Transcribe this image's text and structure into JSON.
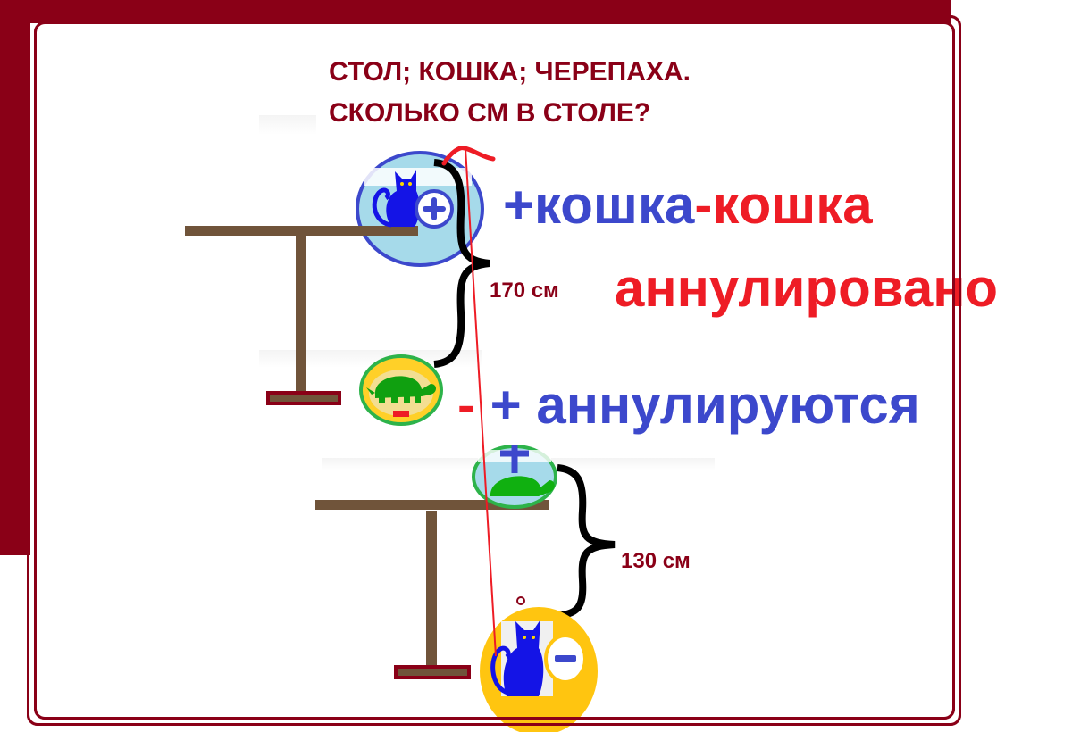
{
  "title": {
    "line1": "СТОЛ; КОШКА; ЧЕРЕПАХА.",
    "line2": "СКОЛЬКО СМ В СТОЛЕ?"
  },
  "scene_top": {
    "table": "table",
    "top_item": {
      "name": "cat",
      "sign": "+",
      "icon": "cat-icon",
      "circle_color": "#3c48cc"
    },
    "bottom_item": {
      "name": "turtle",
      "sign": "-",
      "icon": "turtle-icon",
      "circle_color": "#2db34a"
    },
    "measurement": "170 см"
  },
  "scene_bottom": {
    "table": "table",
    "top_item": {
      "name": "turtle",
      "sign": "+",
      "icon": "turtle-icon",
      "circle_color": "#2db34a"
    },
    "bottom_item": {
      "name": "cat",
      "sign": "-",
      "icon": "cat-icon",
      "circle_color": "#ffc510"
    },
    "measurement": "130 см"
  },
  "annotations": {
    "cat_plus": "+кошка",
    "cat_minus": "-кошка",
    "cancelled": "аннулировано",
    "minus_sign": "-",
    "plus_cancel": "+ аннулируются"
  },
  "colors": {
    "frame": "#8a0017",
    "blue_text": "#3c48cc",
    "red_text": "#ee1c25",
    "table_wood": "#70543a",
    "measure_text": "#8a0017"
  }
}
